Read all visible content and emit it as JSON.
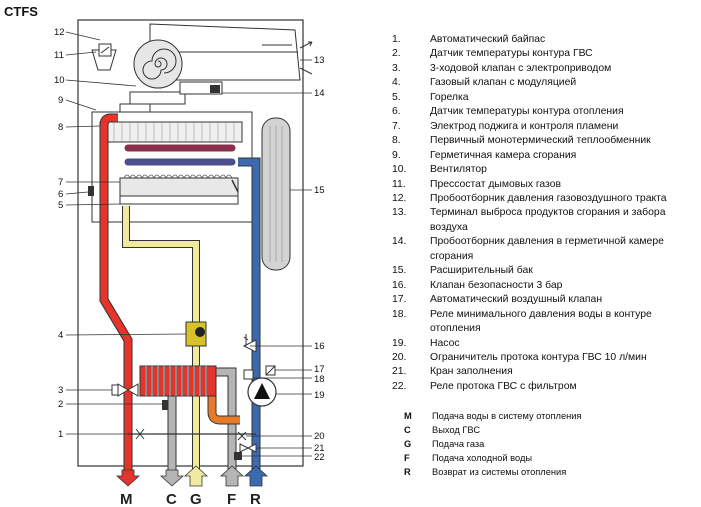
{
  "model": "CTFS",
  "callouts": [
    "12",
    "11",
    "10",
    "9",
    "8",
    "7",
    "6",
    "5",
    "4",
    "3",
    "2",
    "1",
    "13",
    "14",
    "15",
    "16",
    "17",
    "18",
    "19",
    "20",
    "21",
    "22"
  ],
  "ports": [
    "M",
    "C",
    "G",
    "F",
    "R"
  ],
  "components": [
    {
      "num": "1.",
      "label": "Автоматический байпас"
    },
    {
      "num": "2.",
      "label": "Датчик температуры контура ГВС"
    },
    {
      "num": "3.",
      "label": "3-ходовой клапан с электроприводом"
    },
    {
      "num": "4.",
      "label": "Газовый клапан с модуляцией"
    },
    {
      "num": "5.",
      "label": "Горелка"
    },
    {
      "num": "6.",
      "label": "Датчик температуры контура отопления"
    },
    {
      "num": "7.",
      "label": "Электрод поджига и контроля пламени"
    },
    {
      "num": "8.",
      "label": "Первичный монотермический теплообменник"
    },
    {
      "num": "9.",
      "label": "Герметичная камера сгорания"
    },
    {
      "num": "10.",
      "label": "Вентилятор"
    },
    {
      "num": "11.",
      "label": "Прессостат дымовых газов"
    },
    {
      "num": "12.",
      "label": "Пробоотборник давления газовоздушного тракта"
    },
    {
      "num": "13.",
      "label": "Терминал выброса продуктов сгорания и забора воздуха"
    },
    {
      "num": "14.",
      "label": "Пробоотборник давления в герметичной камере сгорания"
    },
    {
      "num": "15.",
      "label": "Расширительный бак"
    },
    {
      "num": "16.",
      "label": "Клапан безопасности 3 бар"
    },
    {
      "num": "17.",
      "label": "Автоматический воздушный клапан"
    },
    {
      "num": "18.",
      "label": "Реле минимального давления воды в контуре отопления"
    },
    {
      "num": "19.",
      "label": "Насос"
    },
    {
      "num": "20.",
      "label": "Ограничитель протока контура ГВС 10 л/мин"
    },
    {
      "num": "21.",
      "label": "Кран заполнения"
    },
    {
      "num": "22.",
      "label": "Реле протока ГВС с фильтром"
    }
  ],
  "connections": [
    {
      "key": "M",
      "label": "Подача воды в систему отопления"
    },
    {
      "key": "C",
      "label": "Выход ГВС"
    },
    {
      "key": "G",
      "label": "Подача газа"
    },
    {
      "key": "F",
      "label": "Подача холодной воды"
    },
    {
      "key": "R",
      "label": "Возврат из системы отопления"
    }
  ],
  "colors": {
    "supply": "#e4342c",
    "return": "#3b6ab1",
    "dhw": "#b5b5b5",
    "gas": "#f0e9a0",
    "cold": "#e67a28",
    "outline": "#333333"
  }
}
